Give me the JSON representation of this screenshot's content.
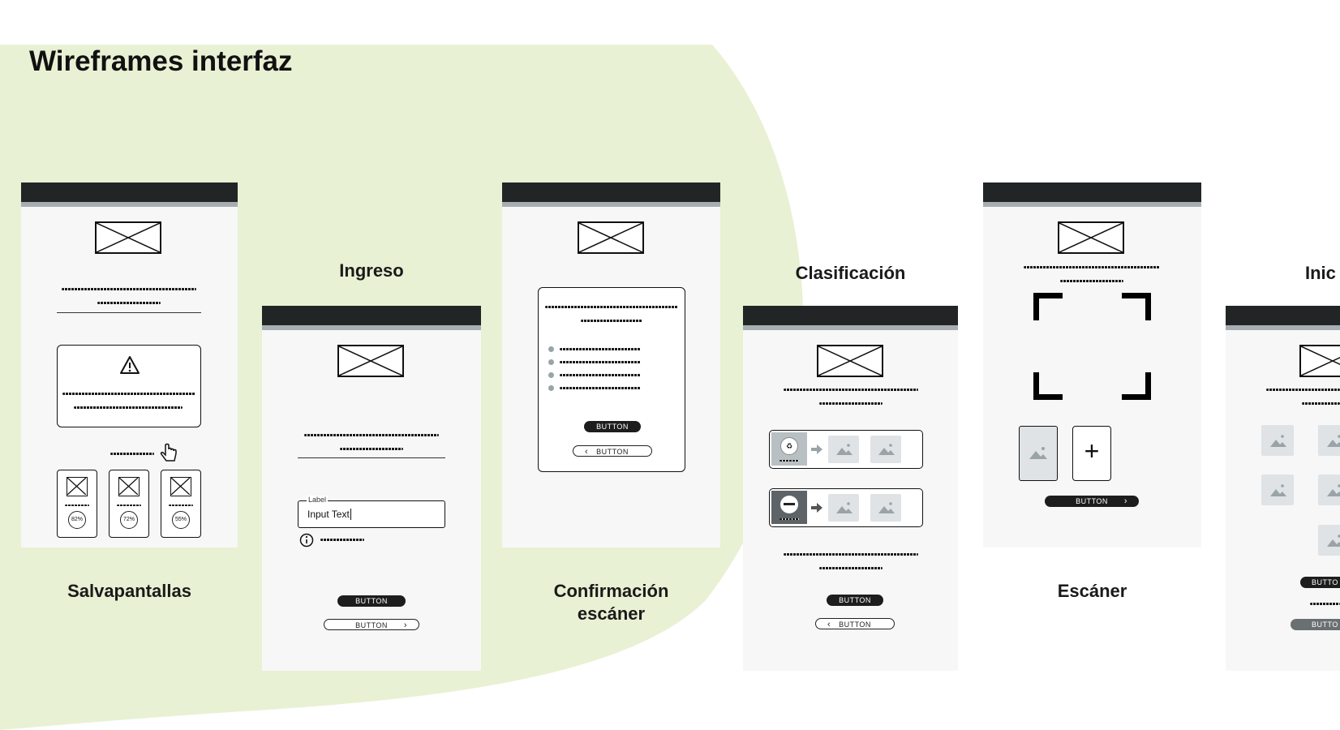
{
  "header": {
    "title": "Wireframes interfaz"
  },
  "screens": {
    "salvapantallas": {
      "label": "Salvapantallas",
      "percents": [
        "82%",
        "72%",
        "55%"
      ]
    },
    "ingreso": {
      "label": "Ingreso",
      "input_label": "Label",
      "input_value": "Input Text",
      "button_primary": "BUTTON",
      "button_secondary": "BUTTON"
    },
    "confirmacion": {
      "label": "Confirmación\nescáner",
      "button_primary": "BUTTON",
      "button_back": "BUTTON"
    },
    "clasificacion": {
      "label": "Clasificación",
      "button_primary": "BUTTON",
      "button_back": "BUTTON"
    },
    "escaner": {
      "label": "Escáner",
      "button_primary": "BUTTON"
    },
    "inicio": {
      "label": "Inic",
      "button_primary": "BUTTO",
      "button_secondary": "BUTTO"
    }
  },
  "colors": {
    "background_blob": "#e8f1d3",
    "status_bar": "#222526",
    "screen_bg": "#f7f7f7"
  }
}
